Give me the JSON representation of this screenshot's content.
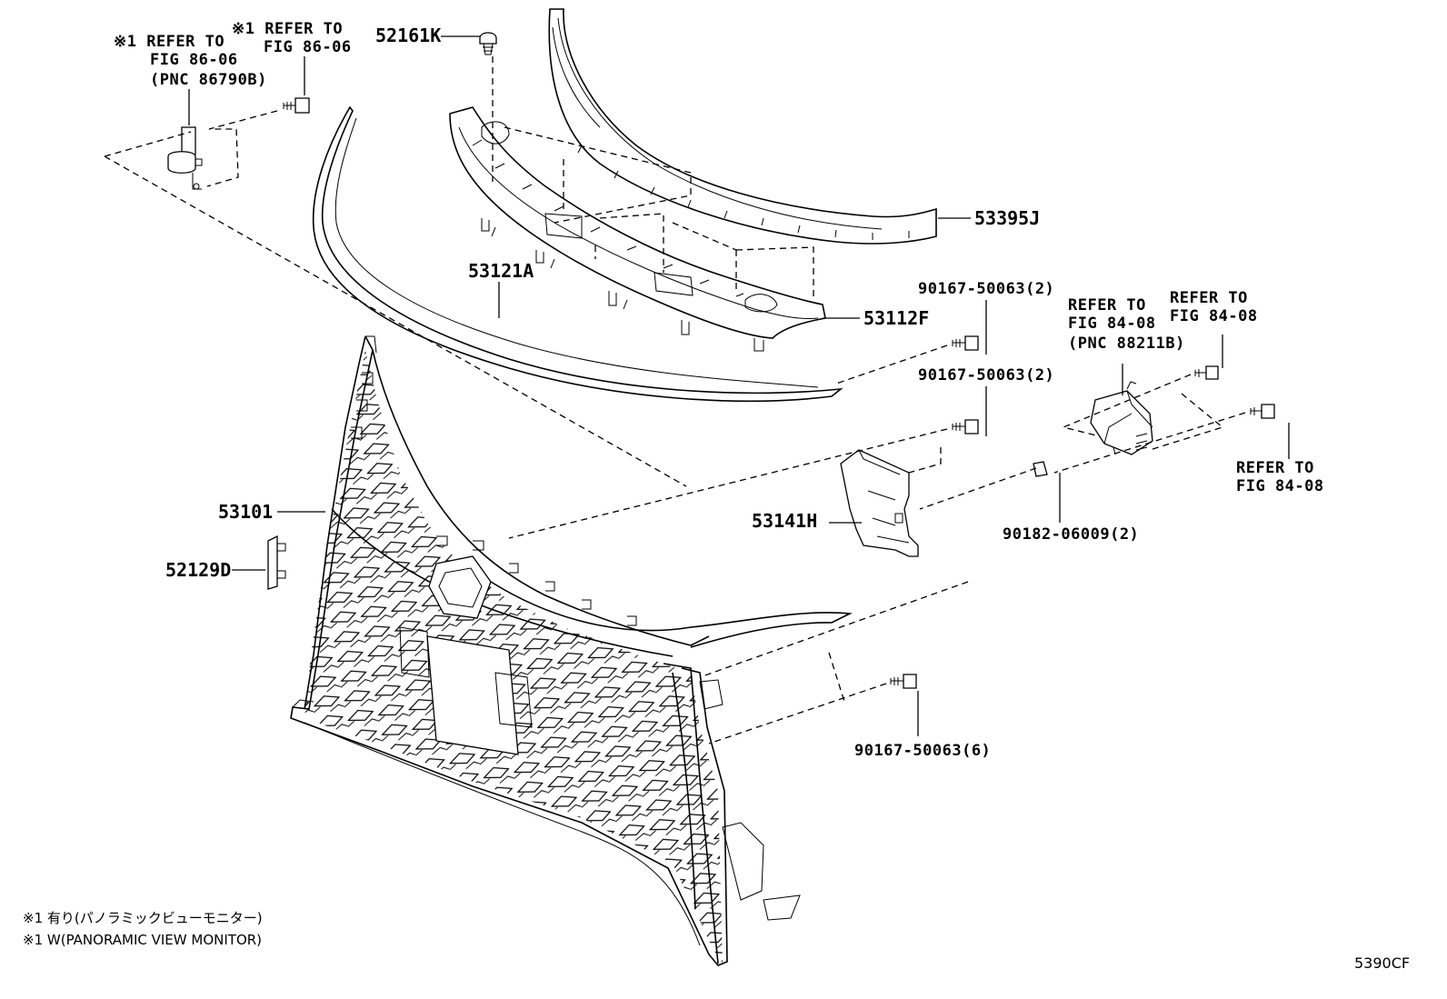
{
  "labels": {
    "pn_52161K": "52161K",
    "pn_53395J": "53395J",
    "pn_53121A": "53121A",
    "pn_53112F": "53112F",
    "pn_53101": "53101",
    "pn_52129D": "52129D",
    "pn_53141H": "53141H",
    "bolt_upper_1": "90167-50063(2)",
    "bolt_upper_2": "90167-50063(2)",
    "bolt_lower": "90167-50063(6)",
    "nut_90182": "90182-06009(2)"
  },
  "refs": {
    "ref_sensor_line1": "※1 REFER TO",
    "ref_sensor_line2": "FIG 86-06",
    "ref_sensor_line3": "(PNC 86790B)",
    "ref_bolt_line1": "※1 REFER TO",
    "ref_bolt_line2": "FIG 86-06",
    "ref_module_line1": "REFER TO",
    "ref_module_line2": "FIG 84-08",
    "ref_module_line3": "(PNC 88211B)",
    "ref_module_bolt_line1": "REFER TO",
    "ref_module_bolt_line2": "FIG 84-08",
    "ref_right_bolt_line1": "REFER TO",
    "ref_right_bolt_line2": "FIG 84-08"
  },
  "notes": {
    "note_jp": "※1 有り(パノラミックビューモニター)",
    "note_en": "※1 W(PANORAMIC VIEW MONITOR)"
  },
  "figure_code": "5390CF"
}
